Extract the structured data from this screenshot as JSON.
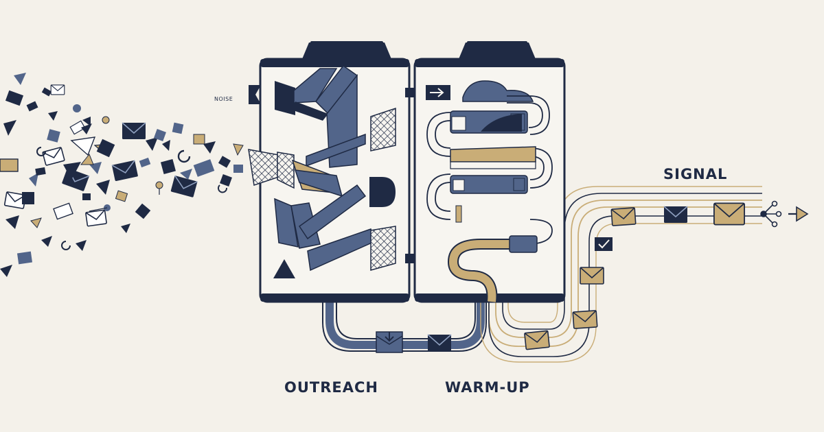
{
  "labels": {
    "noise": "NOISE",
    "outreach": "OUTREACH",
    "warmup": "WARM-UP",
    "signal": "SIGNAL"
  },
  "colors": {
    "background": "#f4f1ea",
    "navy": "#1f2a44",
    "slate": "#52658a",
    "gold": "#c9ad77",
    "gold_dark": "#a58a55",
    "panel": "#f7f5f0"
  },
  "icons": [
    "envelope-icon",
    "checkmark-icon",
    "arrow-right-icon",
    "fork-node-icon",
    "mesh-filter-icon"
  ]
}
